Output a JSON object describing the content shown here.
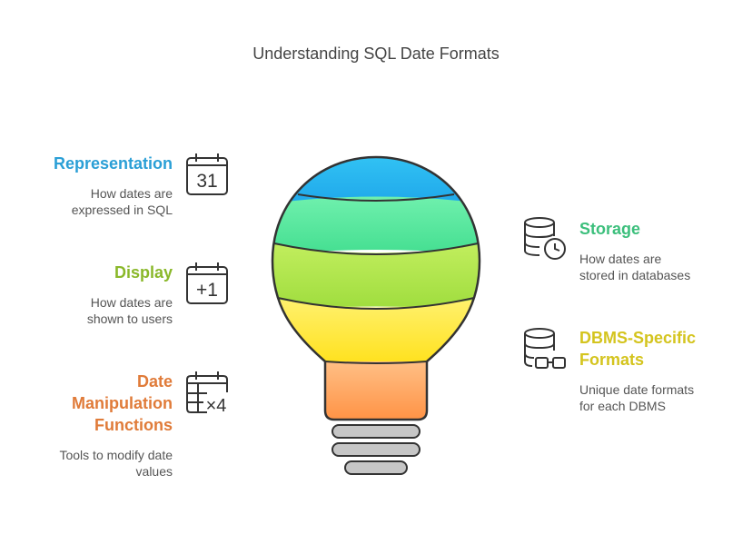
{
  "title": "Understanding SQL Date Formats",
  "left_items": [
    {
      "heading": "Representation",
      "description": [
        "How dates are",
        "expressed in SQL"
      ],
      "color": "#2a9fd6",
      "icon": "calendar-31-icon",
      "icon_text": "31"
    },
    {
      "heading": "Display",
      "description": [
        "How dates are",
        "shown to users"
      ],
      "color": "#8ab82a",
      "icon": "calendar-plus-one-icon",
      "icon_text": "+1"
    },
    {
      "heading": [
        "Date",
        "Manipulation",
        "Functions"
      ],
      "description": [
        "Tools to modify date",
        "values"
      ],
      "color": "#e07b39",
      "icon": "calendar-times-four-icon",
      "icon_text": "×4"
    }
  ],
  "right_items": [
    {
      "heading": "Storage",
      "description": [
        "How dates are",
        "stored in databases"
      ],
      "color": "#3cbf7c",
      "icon": "database-clock-icon"
    },
    {
      "heading": [
        "DBMS-Specific",
        "Formats"
      ],
      "description": [
        "Unique date formats",
        "for each DBMS"
      ],
      "color": "#d4c41e",
      "icon": "database-glasses-icon"
    }
  ],
  "bulb_colors": [
    "#2bb6f0",
    "#4fe39a",
    "#a6e24a",
    "#ffe633",
    "#ff9a52"
  ]
}
